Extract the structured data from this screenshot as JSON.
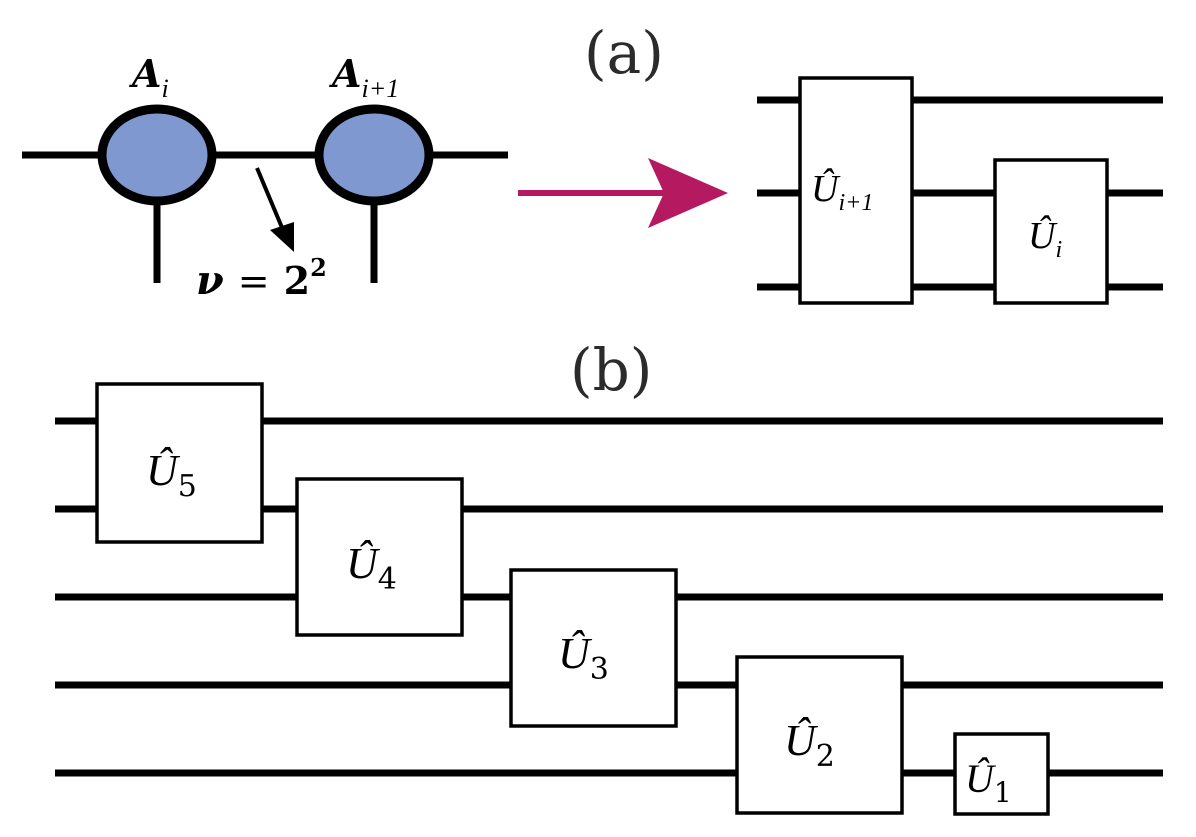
{
  "panel_a": {
    "label": "(a)",
    "tensor_left": {
      "symbol": "A",
      "subscript": "i"
    },
    "tensor_right": {
      "symbol": "A",
      "subscript": "i+1"
    },
    "bond_dimension": {
      "symbol": "ν",
      "equals": "=",
      "value": "2",
      "exponent": "2"
    },
    "gate_large": {
      "symbol": "Û",
      "subscript": "i+1"
    },
    "gate_small": {
      "symbol": "Û",
      "subscript": "i"
    },
    "arrow_color": "#b5195f",
    "tensor_color": "#7f98cf"
  },
  "panel_b": {
    "label": "(b)",
    "gates": [
      {
        "symbol": "Û",
        "subscript": "5"
      },
      {
        "symbol": "Û",
        "subscript": "4"
      },
      {
        "symbol": "Û",
        "subscript": "3"
      },
      {
        "symbol": "Û",
        "subscript": "2"
      },
      {
        "symbol": "Û",
        "subscript": "1"
      }
    ]
  }
}
